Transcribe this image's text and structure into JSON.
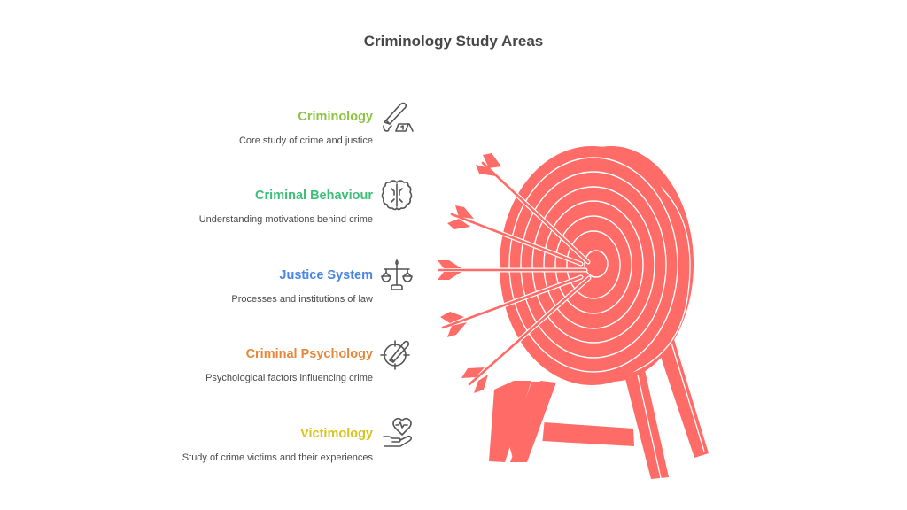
{
  "title": "Criminology Study Areas",
  "colors": {
    "target": "#ff6b66",
    "text_dark": "#474747",
    "desc": "#4a4a4a",
    "icon_stroke": "#555555"
  },
  "items": [
    {
      "title": "Criminology",
      "description": "Core study of crime and justice",
      "color": "#8cc43f",
      "icon": "knife-evidence-marker-icon"
    },
    {
      "title": "Criminal Behaviour",
      "description": "Understanding motivations behind crime",
      "color": "#3dbf78",
      "icon": "brain-icon"
    },
    {
      "title": "Justice System",
      "description": "Processes and institutions of law",
      "color": "#4a86e8",
      "icon": "scales-of-justice-icon"
    },
    {
      "title": "Criminal Psychology",
      "description": "Psychological factors influencing crime",
      "color": "#e8873a",
      "icon": "crosshair-knife-icon"
    },
    {
      "title": "Victimology",
      "description": "Study of crime victims and their experiences",
      "color": "#d9c21c",
      "icon": "hand-heart-icon"
    }
  ]
}
